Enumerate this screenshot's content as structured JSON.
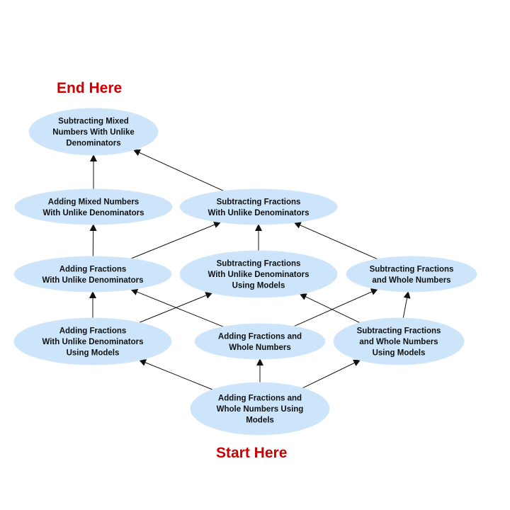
{
  "labels": {
    "end": "End Here",
    "start": "Start Here",
    "color": "#cc0000"
  },
  "node_fill": "#cce5fb",
  "nodes": {
    "sub_mixed": [
      "Subtracting Mixed",
      "Numbers With Unlike",
      "Denominators"
    ],
    "add_mixed": [
      "Adding Mixed Numbers",
      "With Unlike Denominators"
    ],
    "sub_unlike": [
      "Subtracting Fractions",
      "With Unlike Denominators"
    ],
    "add_unlike": [
      "Adding Fractions",
      "With Unlike Denominators"
    ],
    "sub_unlike_models": [
      "Subtracting Fractions",
      "With Unlike Denominators",
      "Using Models"
    ],
    "sub_whole": [
      "Subtracting Fractions",
      "and Whole Numbers"
    ],
    "add_unlike_models": [
      "Adding Fractions",
      "With Unlike Denominators",
      "Using Models"
    ],
    "add_whole": [
      "Adding Fractions and",
      "Whole Numbers"
    ],
    "sub_whole_models": [
      "Subtracting Fractions",
      "and Whole Numbers",
      "Using Models"
    ],
    "add_whole_models": [
      "Adding Fractions and",
      "Whole Numbers Using",
      "Models"
    ]
  },
  "edges": [
    [
      "add_whole_models",
      "add_unlike_models"
    ],
    [
      "add_whole_models",
      "add_whole"
    ],
    [
      "add_whole_models",
      "sub_whole_models"
    ],
    [
      "add_unlike_models",
      "add_unlike"
    ],
    [
      "add_unlike_models",
      "sub_unlike_models"
    ],
    [
      "add_whole",
      "add_unlike"
    ],
    [
      "add_whole",
      "sub_whole"
    ],
    [
      "sub_whole_models",
      "sub_unlike_models"
    ],
    [
      "sub_whole_models",
      "sub_whole"
    ],
    [
      "add_unlike",
      "add_mixed"
    ],
    [
      "add_unlike",
      "sub_unlike"
    ],
    [
      "sub_unlike_models",
      "sub_unlike"
    ],
    [
      "sub_whole",
      "sub_unlike"
    ],
    [
      "add_mixed",
      "sub_mixed"
    ],
    [
      "sub_unlike",
      "sub_mixed"
    ]
  ]
}
